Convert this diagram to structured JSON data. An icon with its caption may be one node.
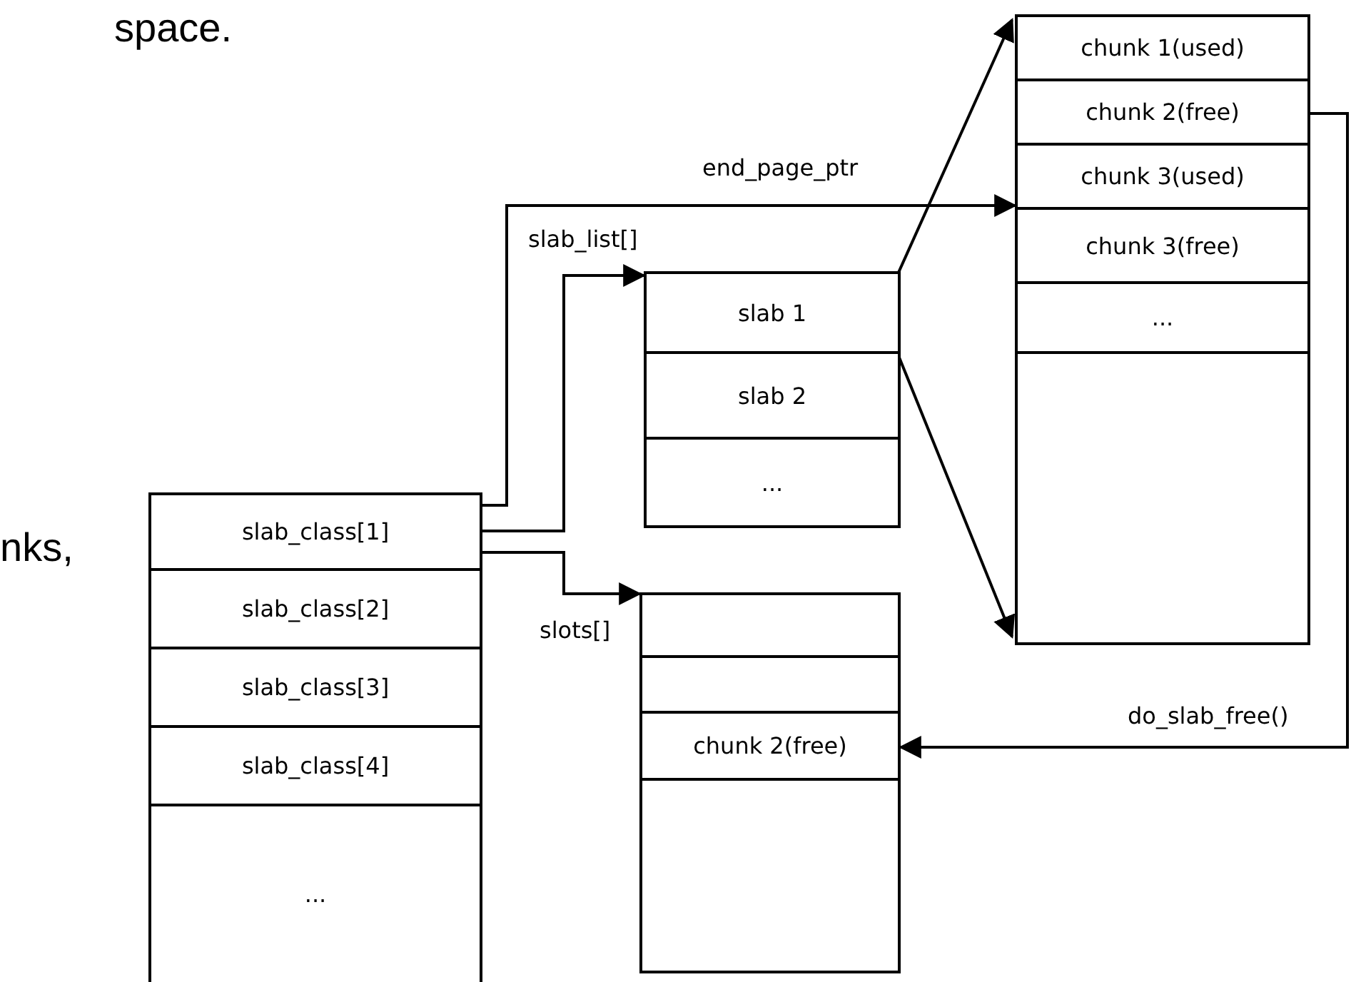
{
  "diagram": {
    "nodes": [
      {
        "text": [],
        "shape": "box"
      },
      {
        "text": [
          "slab_class[1]"
        ],
        "in": 0
      },
      {
        "text": [
          "slab_class[2]"
        ],
        "in": 0
      },
      {
        "text": [
          "slab_class[3]"
        ],
        "in": 0
      },
      {
        "text": [
          "slab_class[4]"
        ],
        "in": 0
      },
      {
        "text": [
          "..."
        ],
        "in": 0
      },
      {
        "text": [],
        "shape": "box"
      },
      {
        "text": [
          "slab 1"
        ],
        "in": 6
      },
      {
        "text": [
          "slab 2"
        ],
        "in": 6
      },
      {
        "text": [
          "..."
        ],
        "in": 6
      },
      {
        "text": [],
        "shape": "box"
      },
      {
        "text": [],
        "shape": "box",
        "in": 10
      },
      {
        "text": [],
        "shape": "box",
        "in": 10
      },
      {
        "text": [
          "chunk 2(free)"
        ],
        "in": 10
      },
      {
        "text": [],
        "shape": "box"
      },
      {
        "text": [
          "chunk 1(used)"
        ],
        "in": 14
      },
      {
        "text": [
          "chunk 2(free)"
        ],
        "in": 14
      },
      {
        "text": [
          "chunk 3(used)"
        ],
        "in": 14
      },
      {
        "text": [
          "chunk 3(free)"
        ],
        "in": 14
      },
      {
        "text": [
          "..."
        ],
        "in": 14
      }
    ],
    "edges": [
      {
        "from": 1,
        "to": 18,
        "arrow": "to",
        "label": "end_page_ptr"
      },
      {
        "from": 1,
        "to": 7,
        "arrow": "to",
        "label": "slab_list[]"
      },
      {
        "from": 1,
        "to": 11,
        "arrow": "to",
        "label": "slots[]"
      },
      {
        "from": 7,
        "to": 14,
        "arrow": "to"
      },
      {
        "from": 7,
        "to": 14,
        "arrow": "to"
      },
      {
        "from": 16,
        "to": 13,
        "arrow": "to",
        "label": "do_slab_free()"
      }
    ],
    "labels": [
      "space.",
      "nks,"
    ]
  }
}
